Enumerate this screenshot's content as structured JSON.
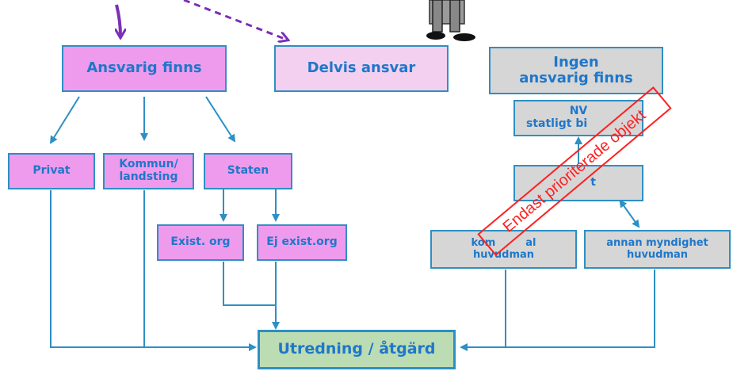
{
  "top_row": {
    "ansvarig": "Ansvarig finns",
    "delvis": "Delvis ansvar",
    "ingen_line1": "Ingen",
    "ingen_line2": "ansvarig finns"
  },
  "left_branch": {
    "privat": "Privat",
    "kommun_line1": "Kommun/",
    "kommun_line2": "landsting",
    "staten": "Staten",
    "exist_org": "Exist. org",
    "ej_exist_org": "Ej exist.org"
  },
  "right_branch": {
    "nv_line1": "NV",
    "nv_line2": "statligt bi",
    "mid_box": "t",
    "kommunal_line1": "kom",
    "kommunal_line1b": "al",
    "kommunal_line2": "huvudman",
    "annan_line1": "annan myndighet",
    "annan_line2": "huvudman"
  },
  "result": "Utredning / åtgärd",
  "stamp": "Endast prioriterade objekt",
  "colors": {
    "pink": "#ee9bee",
    "light_pink": "#f3d0f0",
    "grey": "#d6d6d6",
    "green": "#bcdcb4",
    "line": "#2e8fc4",
    "text": "#1f77c9",
    "purple_arrow": "#7a2fb8",
    "stamp_red": "#ff2020"
  }
}
